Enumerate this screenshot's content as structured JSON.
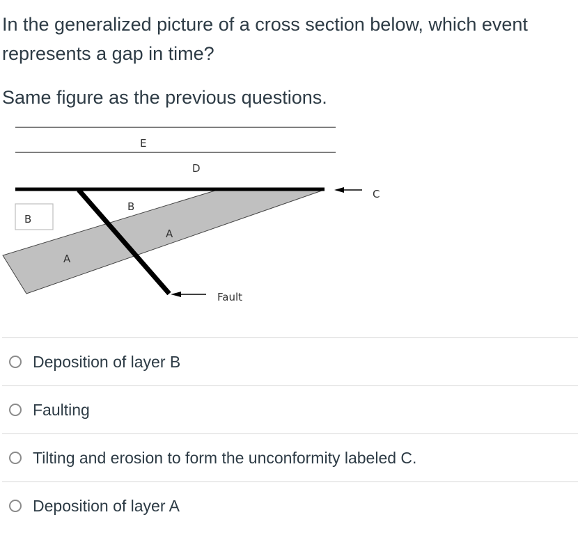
{
  "question": {
    "text": "In the generalized picture of a cross section below, which event represents a gap in time?",
    "subtext": "Same figure as the previous questions."
  },
  "figure": {
    "labels": {
      "E": "E",
      "D": "D",
      "C": "C",
      "B_left": "B",
      "B_right": "B",
      "A_left": "A",
      "A_right": "A",
      "fault": "Fault"
    },
    "layer_fill": "#c0c0c0",
    "line_color": "#000000"
  },
  "answers": [
    {
      "label": "Deposition of layer B"
    },
    {
      "label": "Faulting"
    },
    {
      "label": "Tilting and erosion to form the unconformity labeled C."
    },
    {
      "label": "Deposition of layer A"
    }
  ]
}
